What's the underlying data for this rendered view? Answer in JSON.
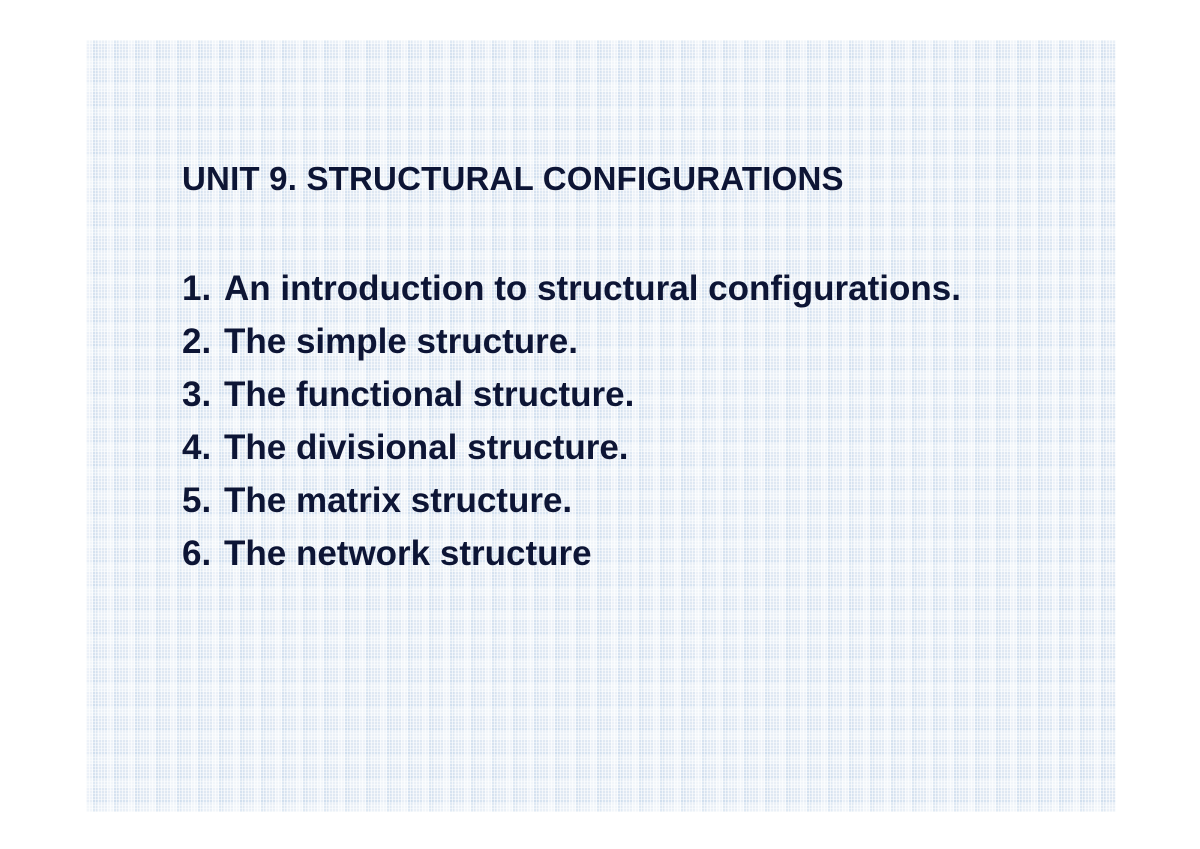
{
  "slide": {
    "title": "UNIT 9. STRUCTURAL CONFIGURATIONS",
    "background_color": "#dfe8f3",
    "text_color": "#0d1535",
    "page_background_color": "#ffffff",
    "agenda": [
      {
        "number": "1.",
        "text": "An introduction to structural configurations."
      },
      {
        "number": "2.",
        "text": "The simple structure."
      },
      {
        "number": "3.",
        "text": "The functional structure."
      },
      {
        "number": "4.",
        "text": "The divisional structure."
      },
      {
        "number": "5.",
        "text": "The matrix structure."
      },
      {
        "number": "6.",
        "text": "The network structure"
      }
    ]
  }
}
